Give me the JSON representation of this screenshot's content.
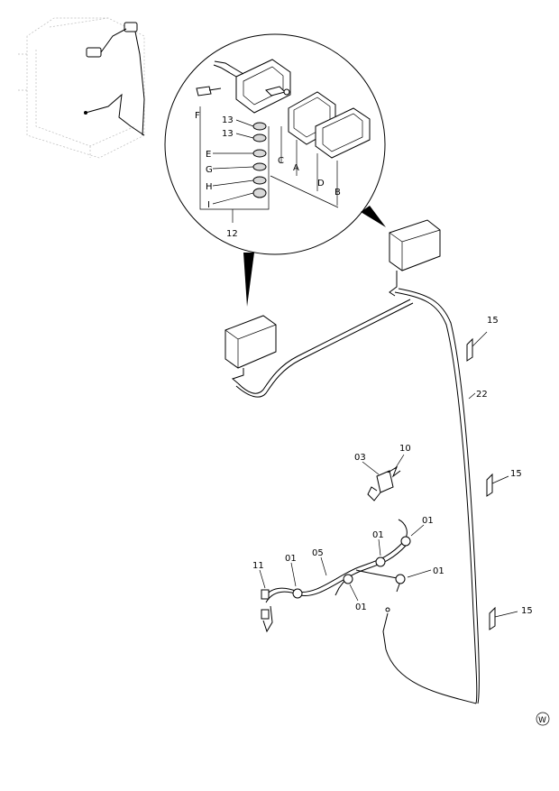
{
  "callouts": {
    "n13a": "13",
    "n13b": "13",
    "e": "E",
    "f": "F",
    "g": "G",
    "h": "H",
    "i": "I",
    "c": "C",
    "a": "A",
    "d": "D",
    "b": "B",
    "n12": "12",
    "n15a": "15",
    "n15b": "15",
    "n15c": "15",
    "n22": "22",
    "n03": "03",
    "n10": "10",
    "n11": "11",
    "n01a": "01",
    "n01b": "01",
    "n01c": "01",
    "n01d": "01",
    "n01e": "01",
    "n05": "05"
  },
  "mark": "W"
}
